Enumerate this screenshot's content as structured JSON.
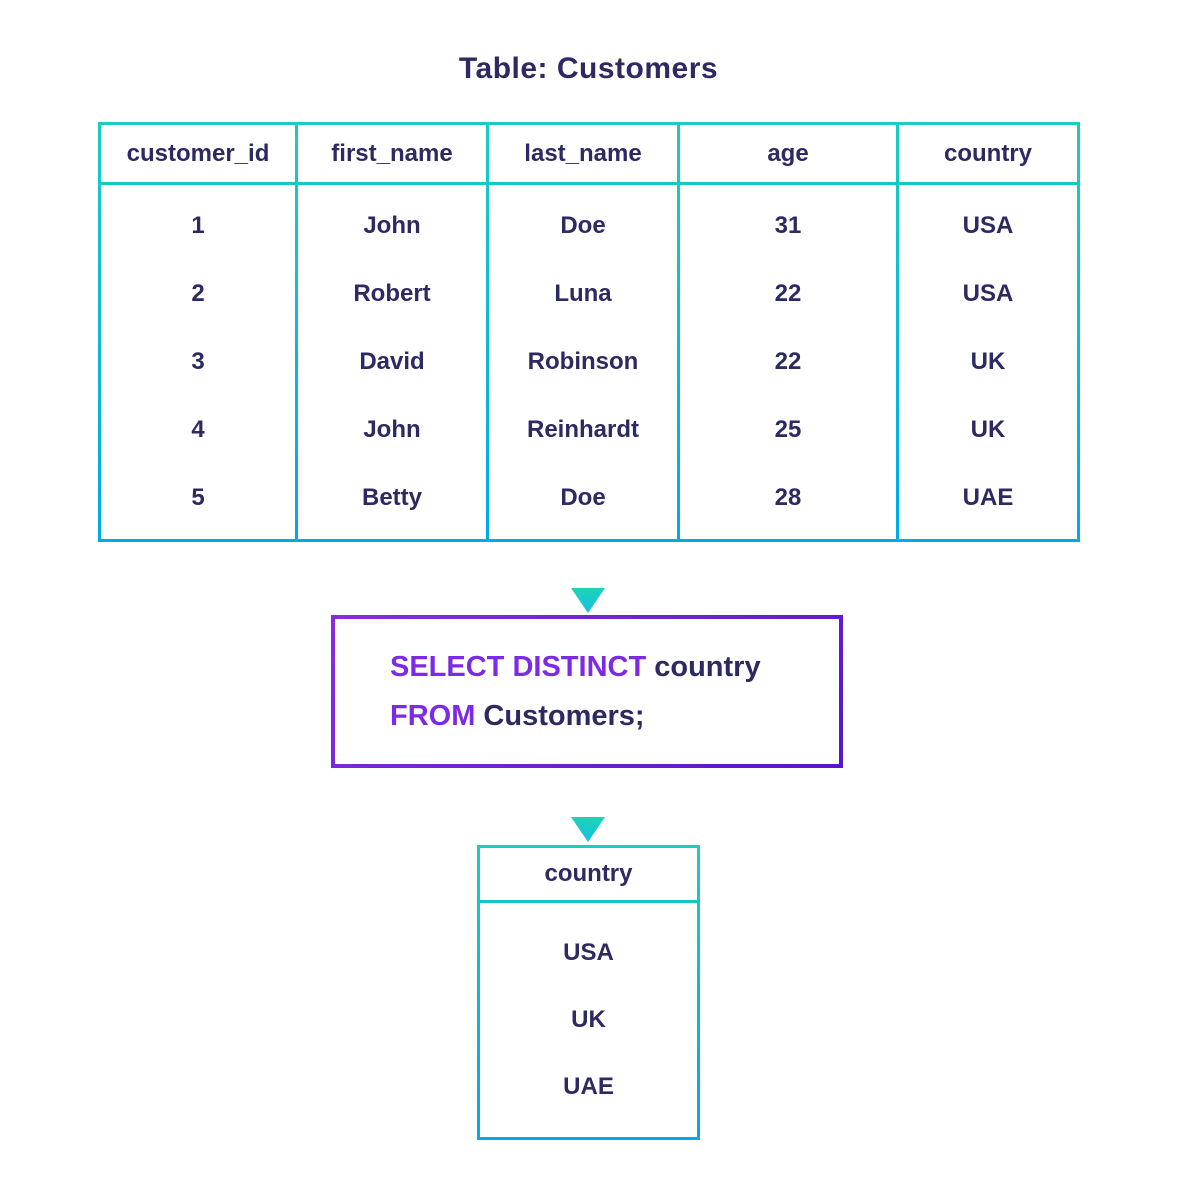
{
  "title": "Table: Customers",
  "colors": {
    "text_navy": "#2d2a62",
    "keyword_purple": "#7d2ae8",
    "table_border_gradient_top": "#1acdbe",
    "table_border_gradient_bottom": "#00a9e8",
    "query_border_gradient_from": "#8a2be2",
    "query_border_gradient_to": "#5617c9",
    "arrow_gradient_from": "#1fd2b4",
    "arrow_gradient_to": "#14c2e4",
    "background": "#ffffff"
  },
  "main_table": {
    "columns": [
      "customer_id",
      "first_name",
      "last_name",
      "age",
      "country"
    ],
    "rows": [
      [
        "1",
        "John",
        "Doe",
        "31",
        "USA"
      ],
      [
        "2",
        "Robert",
        "Luna",
        "22",
        "USA"
      ],
      [
        "3",
        "David",
        "Robinson",
        "22",
        "UK"
      ],
      [
        "4",
        "John",
        "Reinhardt",
        "25",
        "UK"
      ],
      [
        "5",
        "Betty",
        "Doe",
        "28",
        "UAE"
      ]
    ]
  },
  "query": {
    "select_keyword": "SELECT DISTINCT",
    "select_argument": " country",
    "from_keyword": "FROM",
    "from_argument": " Customers;"
  },
  "result_table": {
    "columns": [
      "country"
    ],
    "rows": [
      "USA",
      "UK",
      "UAE"
    ]
  },
  "icons": {
    "arrow_table_to_query": "down-arrow",
    "arrow_query_to_result": "down-arrow"
  }
}
